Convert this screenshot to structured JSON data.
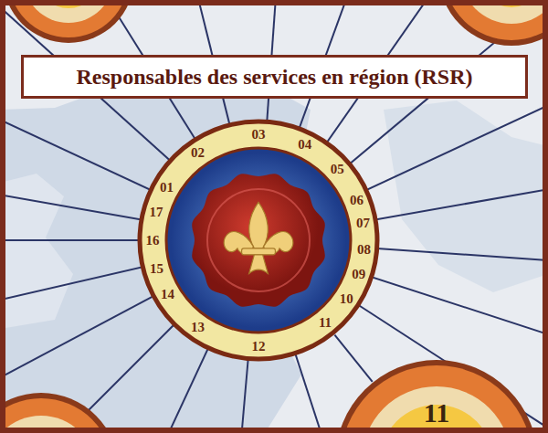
{
  "diagram": {
    "title": "Responsables des services en région (RSR)",
    "nodes": [
      {
        "text": [
          "01",
          "02",
          "03",
          "04",
          "05",
          "06",
          "07",
          "08",
          "09",
          "10",
          "11",
          "12",
          "13",
          "14",
          "15",
          "16",
          "17"
        ]
      },
      {
        "text": [
          "11"
        ]
      }
    ],
    "edges": [
      {
        "from": 0,
        "to": 1,
        "arrow": "none"
      }
    ]
  }
}
